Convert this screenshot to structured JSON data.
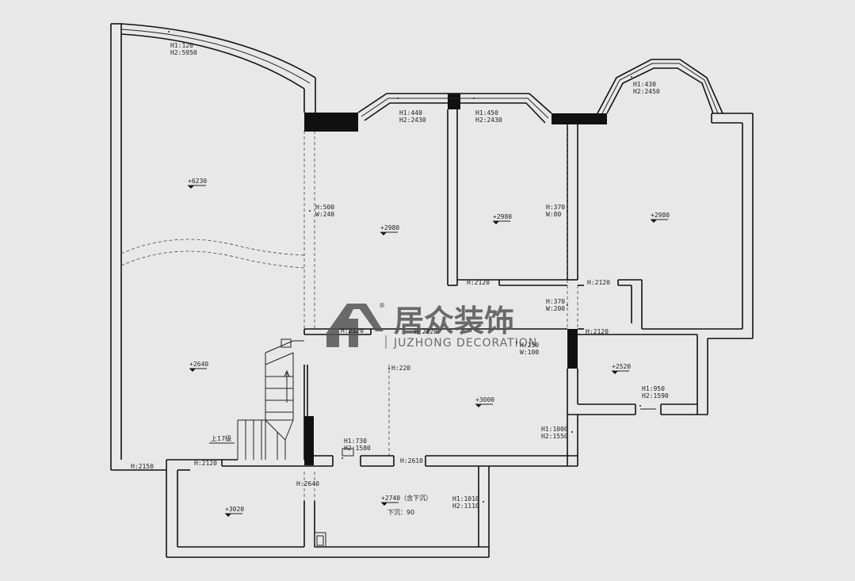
{
  "brand": {
    "name_cn": "居众装饰",
    "name_en": "JUZHONG DECORATION",
    "registered": "®"
  },
  "levels": {
    "l_6230": "+6230",
    "l_2980_a": "+2980",
    "l_2980_b": "+2980",
    "l_2980_c": "+2980",
    "l_2640": "+2640",
    "l_3000": "+3000",
    "l_2520": "+2520",
    "l_3020": "+3020",
    "l_2740": "+2740（含下沉）",
    "sink": "下沉：90"
  },
  "stairs": {
    "label": "上17级"
  },
  "annotations": {
    "arc_top_h1": "H1:120",
    "arc_top_h2": "H2:5950",
    "win_a_h1": "H1:440",
    "win_a_h2": "H2:2430",
    "win_b_h1": "H1:450",
    "win_b_h2": "H2:2430",
    "bay_h1": "H1:430",
    "bay_h2": "H2:2450",
    "beam_a_h": "H:500",
    "beam_a_w": "W:240",
    "beam_b_h": "H:370",
    "beam_b_w": "W:80",
    "beam_c_h": "H:370",
    "beam_c_w": "W:200",
    "door_a": "H:2120",
    "door_b": "H:2120",
    "door_c": "H:2120",
    "door_d": "H:2120",
    "door_e": "H:2120",
    "door_f": "H:2150",
    "door_g": "H:2120",
    "door_h": "H:2610",
    "door_i": "H:2640",
    "h_220": "H:220",
    "beam_d_h": "H:250",
    "beam_d_w": "W:100",
    "win_c_h1": "H1:950",
    "win_c_h2": "H2:1590",
    "win_d_h1": "H1:1000",
    "win_d_h2": "H2:1550",
    "win_e_h1": "H1:730",
    "win_e_h2": "H2:1580",
    "win_f_h1": "H1:1010",
    "win_f_h2": "H2:1110"
  }
}
